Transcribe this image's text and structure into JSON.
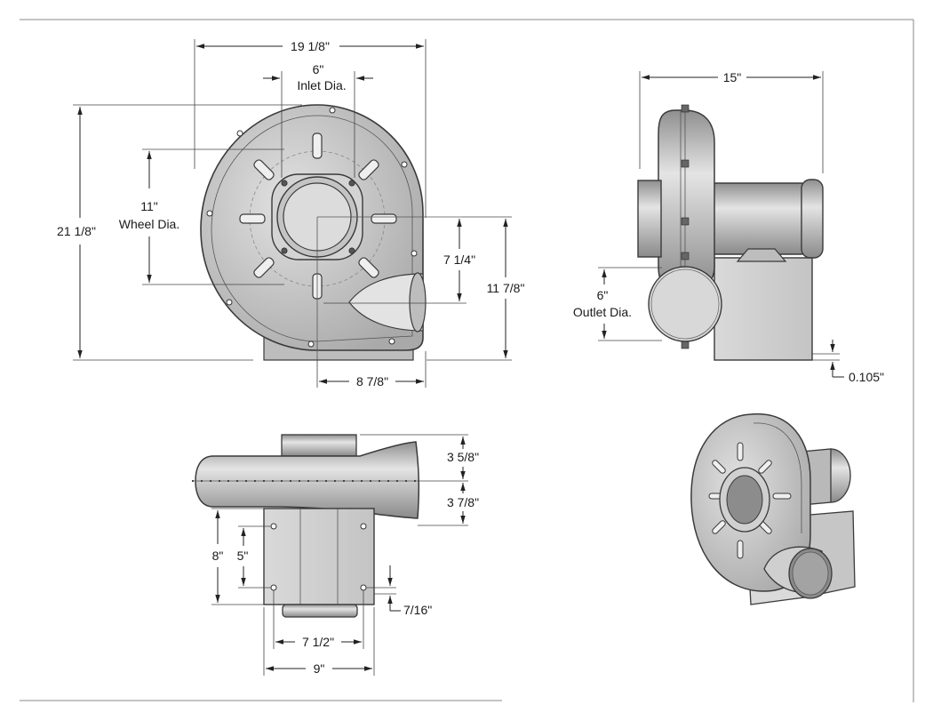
{
  "views": {
    "front": {
      "overall_width": "19 1/8\"",
      "inlet_dia_value": "6\"",
      "inlet_dia_label": "Inlet Dia.",
      "wheel_dia_value": "11\"",
      "wheel_dia_label": "Wheel Dia.",
      "overall_height": "21 1/8\"",
      "center_to_outlet": "7 1/4\"",
      "center_height": "11 7/8\"",
      "center_to_side": "8 7/8\""
    },
    "side": {
      "overall_depth": "15\"",
      "outlet_dia_value": "6\"",
      "outlet_dia_label": "Outlet Dia.",
      "base_offset": "0.105\""
    },
    "top": {
      "inlet_height": "3 5/8\"",
      "housing_half": "3 7/8\"",
      "base_height": "8\"",
      "hole_spacing_v": "5\"",
      "hole_offset": "7/16\"",
      "hole_spacing_h": "7 1/2\"",
      "base_width": "9\""
    }
  },
  "colors": {
    "housing": "#cfcfcf",
    "outline": "#3a3a3a",
    "dimension_line": "#222222"
  }
}
